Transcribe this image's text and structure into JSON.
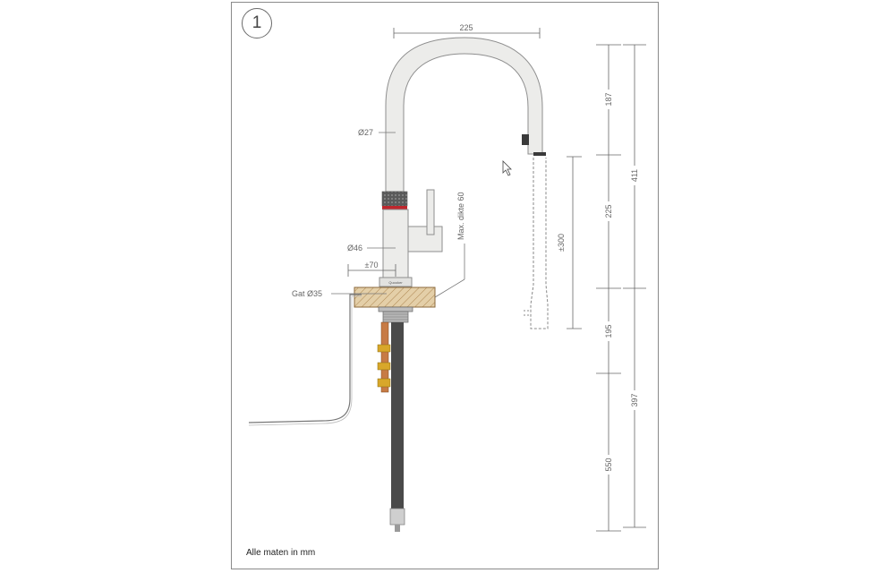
{
  "badge": {
    "number": "1"
  },
  "footnote": {
    "text": "Alle maten in mm"
  },
  "dimensions": {
    "spout_reach": "225",
    "spout_height_upper": "187",
    "spout_height_mid": "225",
    "spout_height_lower": "195",
    "below_counter": "550",
    "tap_total_above": "411",
    "tap_total_below": "397",
    "pullout": "±300",
    "max_thickness": "Max. dikte 60",
    "distance": "±70"
  },
  "callouts": {
    "tube_diameter": "Ø27",
    "body_diameter": "Ø46",
    "hole_diameter": "Gat Ø35",
    "brand": "Quooker"
  },
  "colors": {
    "tap_fill": "#ececea",
    "tap_stroke": "#8e8e8e",
    "red_ring": "#c0272d",
    "countertop": "#e4cfa8",
    "hose": "#4a4a4a",
    "copper": "#c77b45",
    "brass": "#d8a72a"
  }
}
